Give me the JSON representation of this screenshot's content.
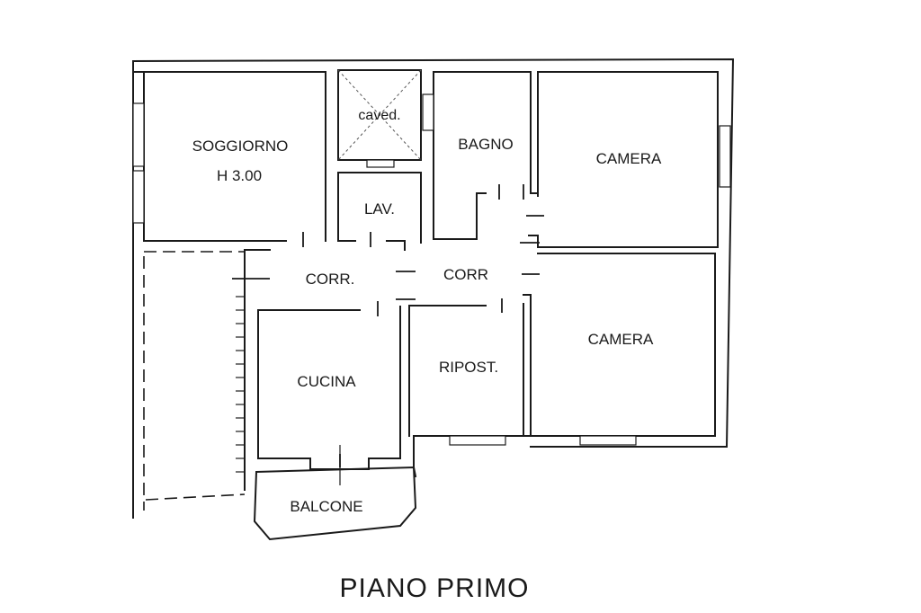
{
  "plan": {
    "title": "PIANO PRIMO",
    "rooms": {
      "soggiorno": {
        "name": "SOGGIORNO",
        "height": "H 3.00"
      },
      "cavedio": "caved.",
      "lavanderia": "LAV.",
      "bagno": "BAGNO",
      "camera_1": "CAMERA",
      "camera_2": "CAMERA",
      "corr_1": "CORR.",
      "corr_2": "CORR",
      "cucina": "CUCINA",
      "ripostiglio": "RIPOST.",
      "balcone": "BALCONE"
    }
  }
}
